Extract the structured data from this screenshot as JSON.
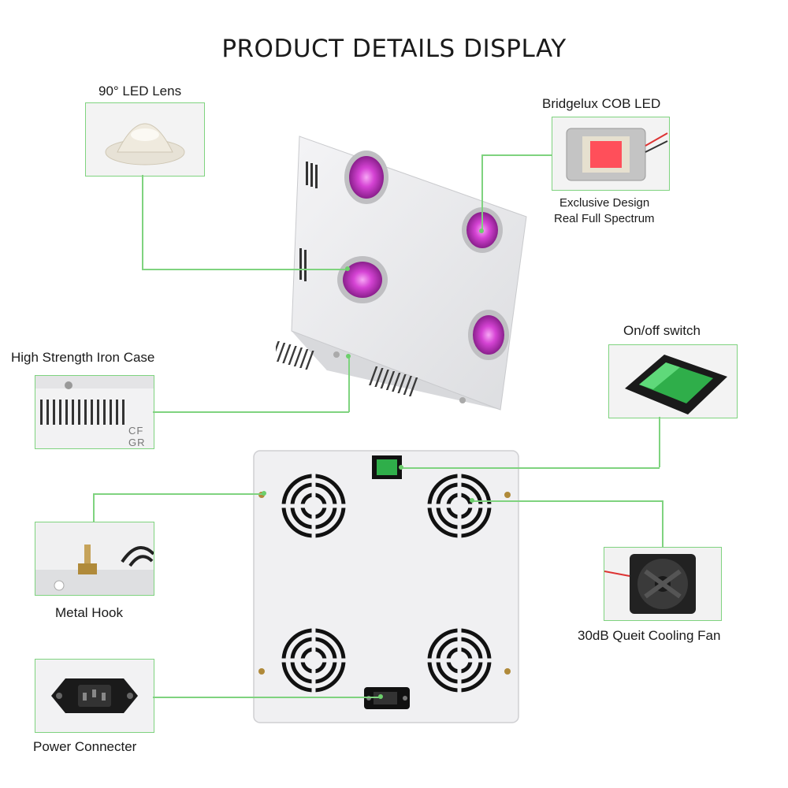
{
  "title": "PRODUCT DETAILS DISPLAY",
  "callouts": {
    "lens": "90° LED Lens",
    "cob": "Bridgelux COB LED",
    "cob_desc_1": "Exclusive Design",
    "cob_desc_2": "Real Full Spectrum",
    "switch": "On/off switch",
    "case": "High Strength Iron Case",
    "hook": "Metal Hook",
    "fan": "30dB Queit Cooling Fan",
    "power": "Power Connecter"
  },
  "brand_text": "CF GR",
  "colors": {
    "accent_line": "#7fd37f",
    "led_magenta": "#c23cc8",
    "switch_green": "#2fae4a"
  }
}
